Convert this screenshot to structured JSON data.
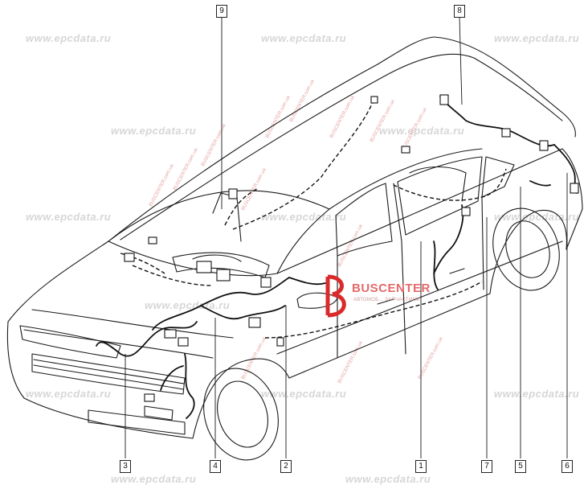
{
  "diagram": {
    "callouts": [
      {
        "id": "callout-9",
        "label": "9"
      },
      {
        "id": "callout-8",
        "label": "8"
      },
      {
        "id": "callout-3",
        "label": "3"
      },
      {
        "id": "callout-4",
        "label": "4"
      },
      {
        "id": "callout-2",
        "label": "2"
      },
      {
        "id": "callout-1",
        "label": "1"
      },
      {
        "id": "callout-7",
        "label": "7"
      },
      {
        "id": "callout-5",
        "label": "5"
      },
      {
        "id": "callout-6",
        "label": "6"
      }
    ],
    "watermarks": {
      "site": "www.epcdata.ru",
      "brand": "BUSCENTER",
      "brand_small": "BUSCENTER.com.ua",
      "brand_subtitle": "АВТОМОБ... ЗАПЧАСТИНИ"
    },
    "colors": {
      "line": "#1a1a1a",
      "watermark_grey": "#d6d6d6",
      "watermark_red": "#e46a6a"
    }
  }
}
